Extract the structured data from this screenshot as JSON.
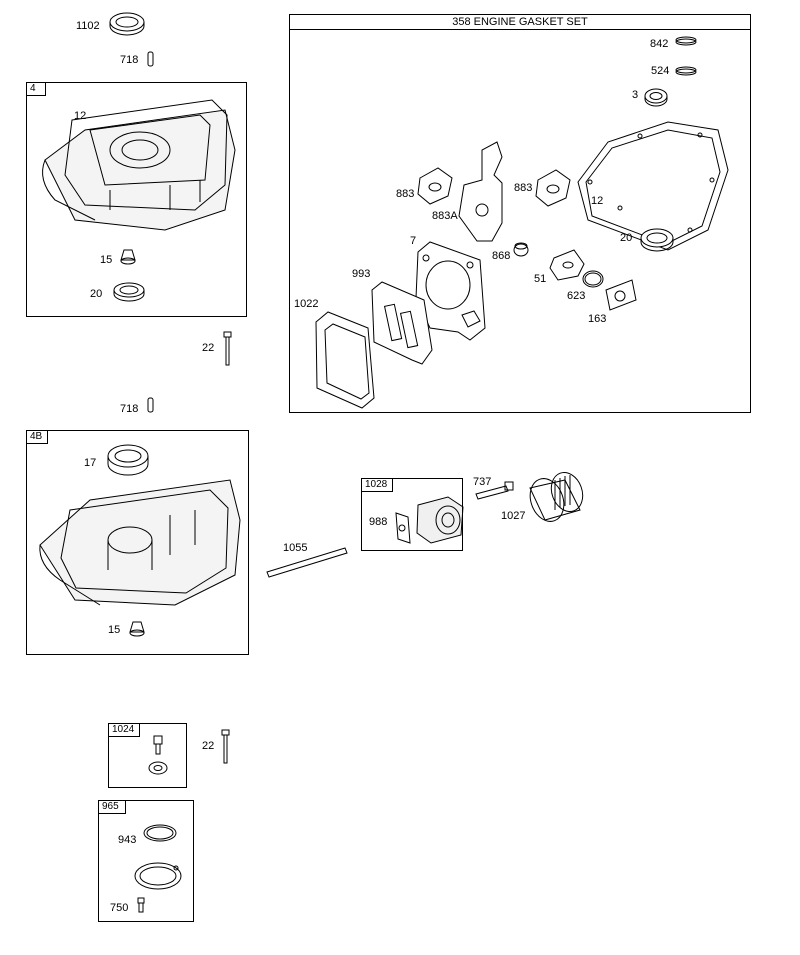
{
  "kit": {
    "title": "358 ENGINE GASKET SET"
  },
  "groups": {
    "g4": "4",
    "g4b": "4B",
    "g1028": "1028",
    "g1024": "1024",
    "g965": "965"
  },
  "labels": {
    "p1102": "1102",
    "p718a": "718",
    "p12a": "12",
    "p15a": "15",
    "p20a": "20",
    "p22a": "22",
    "p718b": "718",
    "p17": "17",
    "p15b": "15",
    "p22b": "22",
    "p943": "943",
    "p750": "750",
    "p842": "842",
    "p524": "524",
    "p3": "3",
    "p883a": "883",
    "p883A": "883A",
    "p883b": "883",
    "p12b": "12",
    "p20b": "20",
    "p7": "7",
    "p868": "868",
    "p993": "993",
    "p51": "51",
    "p623": "623",
    "p1022": "1022",
    "p163": "163",
    "p1055": "1055",
    "p737": "737",
    "p988": "988",
    "p1027": "1027"
  }
}
